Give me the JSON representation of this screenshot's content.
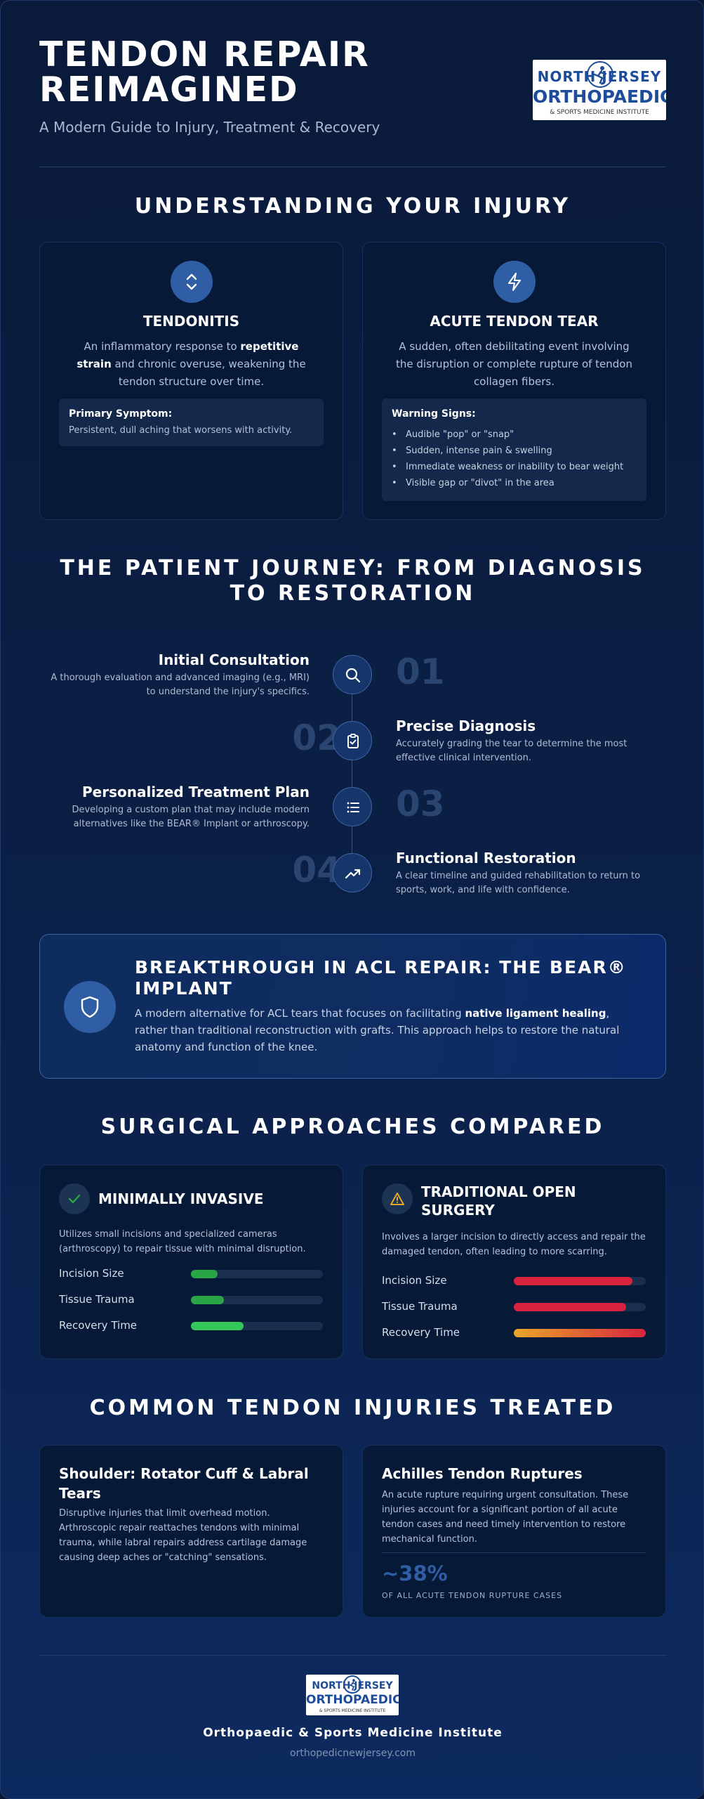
{
  "header": {
    "title": "TENDON REPAIR REIMAGINED",
    "subtitle": "A Modern Guide to Injury, Treatment & Recovery",
    "logo": {
      "line1": "NORTH JERSEY",
      "line2": "ORTHOPAEDIC",
      "line3": "& SPORTS MEDICINE INSTITUTE",
      "icon": "runner-icon"
    }
  },
  "understanding": {
    "title": "UNDERSTANDING YOUR INJURY",
    "cards": [
      {
        "icon": "double-chevron-icon",
        "name": "TENDONITIS",
        "desc_before": "An inflammatory response to ",
        "desc_bold": "repetitive strain",
        "desc_after": " and chronic overuse, weakening the tendon structure over time.",
        "box_title": "Primary Symptom:",
        "box_text": "Persistent, dull aching that worsens with activity."
      },
      {
        "icon": "lightning-icon",
        "name": "ACUTE TENDON TEAR",
        "desc": "A sudden, often debilitating event involving the disruption or complete rupture of tendon collagen fibers.",
        "box_title": "Warning Signs:",
        "signs": [
          "Audible \"pop\" or \"snap\"",
          "Sudden, intense pain & swelling",
          "Immediate weakness or inability to bear weight",
          "Visible gap or \"divot\" in the area"
        ]
      }
    ]
  },
  "journey": {
    "title": "THE PATIENT JOURNEY: FROM DIAGNOSIS TO RESTORATION",
    "steps": [
      {
        "num": "01",
        "title": "Initial Consultation",
        "desc": "A thorough evaluation and advanced imaging (e.g., MRI) to understand the injury's specifics.",
        "icon": "search-icon"
      },
      {
        "num": "02",
        "title": "Precise Diagnosis",
        "desc": "Accurately grading the tear to determine the most effective clinical intervention.",
        "icon": "clipboard-check-icon"
      },
      {
        "num": "03",
        "title": "Personalized Treatment Plan",
        "desc": "Developing a custom plan that may include modern alternatives like the BEAR® Implant or arthroscopy.",
        "icon": "list-icon"
      },
      {
        "num": "04",
        "title": "Functional Restoration",
        "desc": "A clear timeline and guided rehabilitation to return to sports, work, and life with confidence.",
        "icon": "trending-up-icon"
      }
    ]
  },
  "bear": {
    "title": "BREAKTHROUGH IN ACL REPAIR: THE BEAR® IMPLANT",
    "desc_before": "A modern alternative for ACL tears that focuses on facilitating ",
    "desc_bold": "native ligament healing",
    "desc_after": ", rather than traditional reconstruction with grafts. This approach helps to restore the natural anatomy and function of the knee.",
    "icon": "shield-icon"
  },
  "surgical": {
    "title": "SURGICAL APPROACHES COMPARED",
    "approaches": [
      {
        "name": "MINIMALLY INVASIVE",
        "icon": "check-icon",
        "desc": "Utilizes small incisions and specialized cameras (arthroscopy) to repair tissue with minimal disruption.",
        "metrics": [
          {
            "label": "Incision Size",
            "level": 0.2
          },
          {
            "label": "Tissue Trauma",
            "level": 0.25
          },
          {
            "label": "Recovery Time",
            "level": 0.4
          }
        ]
      },
      {
        "name": "TRADITIONAL OPEN SURGERY",
        "icon": "warning-icon",
        "desc": "Involves a larger incision to directly access and repair the damaged tendon, often leading to more scarring.",
        "metrics": [
          {
            "label": "Incision Size",
            "level": 0.9
          },
          {
            "label": "Tissue Trauma",
            "level": 0.85
          },
          {
            "label": "Recovery Time",
            "level": 1.0
          }
        ]
      }
    ],
    "colors": {
      "green": "#2aa546",
      "green_bright": "#34c759",
      "red": "#d9233e",
      "orange": "#e8a72a"
    }
  },
  "common": {
    "title": "COMMON TENDON INJURIES TREATED",
    "cards": [
      {
        "title": "Shoulder: Rotator Cuff & Labral Tears",
        "desc": "Disruptive injuries that limit overhead motion. Arthroscopic repair reattaches tendons with minimal trauma, while labral repairs address cartilage damage causing deep aches or \"catching\" sensations."
      },
      {
        "title": "Achilles Tendon Ruptures",
        "desc": "An acute rupture requiring urgent consultation. These injuries account for a significant portion of all acute tendon cases and need timely intervention to restore mechanical function.",
        "stat": "~38%",
        "stat_label": "OF ALL ACUTE TENDON RUPTURE CASES"
      }
    ]
  },
  "footer": {
    "org": "Orthopaedic & Sports Medicine Institute",
    "url": "orthopedicnewjersey.com"
  }
}
